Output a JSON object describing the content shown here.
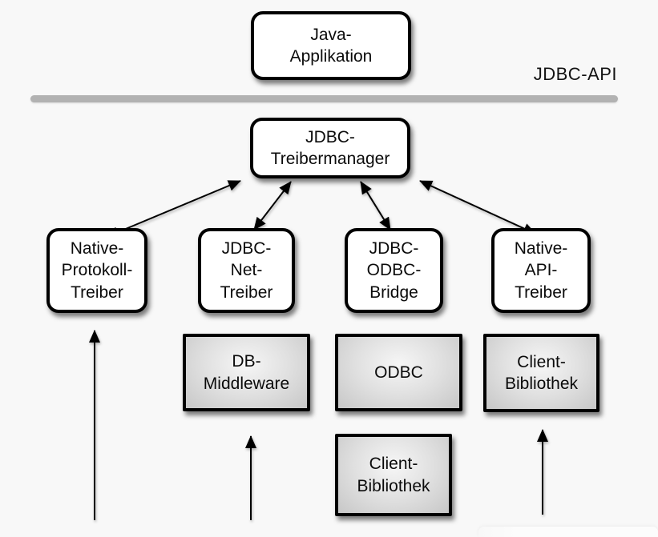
{
  "diagram": {
    "api_label": "JDBC-API",
    "nodes": {
      "java_app": "Java-\nApplikation",
      "treibermanager": "JDBC-\nTreibermanager",
      "native_protokoll": "Native-\nProtokoll-\nTreiber",
      "jdbc_net": "JDBC-\nNet-\nTreiber",
      "jdbc_odbc": "JDBC-\nODBC-\nBridge",
      "native_api": "Native-\nAPI-\nTreiber",
      "db_middleware": "DB-\nMiddleware",
      "odbc": "ODBC",
      "client_bibliothek_api": "Client-\nBibliothek",
      "client_bibliothek_odbc": "Client-\nBibliothek"
    },
    "connections": {
      "treibermanager_to_drivers": "double-headed",
      "upward_arrows_count": 3
    },
    "colors": {
      "background": "#f8f8f8",
      "box_fill_white": "#ffffff",
      "box_border": "#000000",
      "gray_box_fill_center": "#f6f6f6",
      "gray_box_fill_edge": "#c7c7c7",
      "divider": "#b2b2b2",
      "arrow": "#000000",
      "text": "#0b0b0b"
    }
  }
}
